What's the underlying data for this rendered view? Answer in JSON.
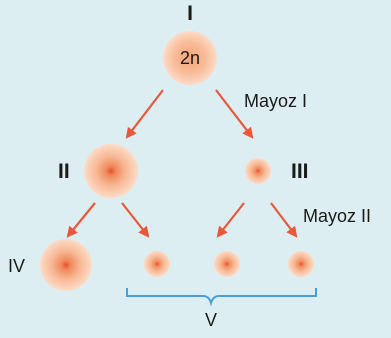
{
  "diagram": {
    "cell_labels": {
      "parent": "I",
      "left_middle": "II",
      "right_middle": "III",
      "bottom_left": "IV",
      "bottom_group": "V"
    },
    "parent_ploidy": "2n",
    "stage_labels": {
      "meiosis_one": "Mayoz I",
      "meiosis_two": "Mayoz II"
    },
    "colors": {
      "background": "#ddeef2",
      "arrow": "#e8583a",
      "cell_core": "#ef6a3a",
      "cell_edge": "#fbd9c6",
      "bracket": "#4a9fd4",
      "text": "#1a1a1a"
    }
  }
}
